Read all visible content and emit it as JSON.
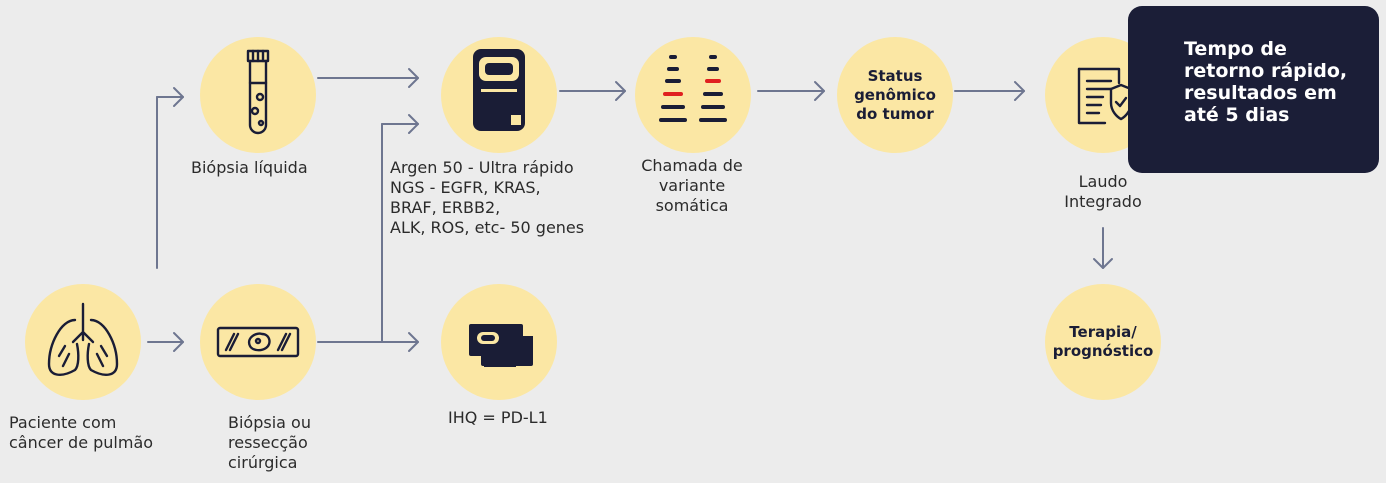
{
  "nodes": {
    "paciente": "Paciente com\ncâncer de pulmão",
    "biopsia_liquida": "Biópsia líquida",
    "biopsia_cirurgica": "Biópsia ou\nressecção\ncirúrgica",
    "argen": "Argen 50 - Ultra rápido\nNGS - EGFR, KRAS,\nBRAF, ERBB2,\nALK, ROS, etc- 50 genes",
    "ihq": "IHQ = PD-L1",
    "chamada": "Chamada de\nvariante\nsomática",
    "status": "Status\ngenômico\ndo tumor",
    "laudo": "Laudo\nIntegrado",
    "terapia": "Terapia/\nprognóstico"
  },
  "callout": {
    "text": "Tempo de\nretorno rápido,\nresultados em\naté 5 dias"
  },
  "icons": {
    "paciente": "lungs-icon",
    "biopsia_liquida": "test-tube-icon",
    "biopsia_cirurgica": "tissue-slide-icon",
    "argen": "sequencer-icon",
    "ihq": "ihc-slide-icon",
    "chamada": "variant-bars-icon",
    "laudo": "report-shield-icon"
  },
  "colors": {
    "circle": "#fbe7a4",
    "arrow": "#6e7690",
    "callout_bg": "#1b1e37",
    "variant_highlight": "#e02020"
  }
}
